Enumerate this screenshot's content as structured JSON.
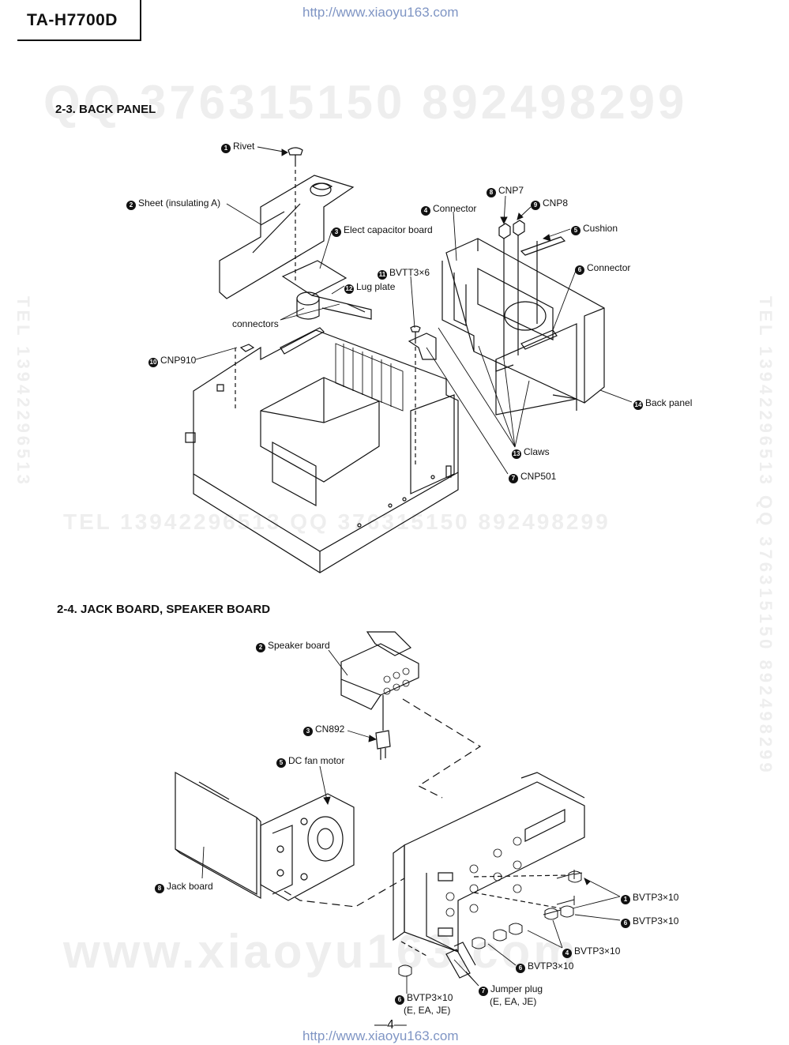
{
  "header": {
    "model": "TA-H7700D",
    "url_top": "http://www.xiaoyu163.com",
    "url_bottom": "http://www.xiaoyu163.com"
  },
  "watermarks": {
    "qq_top": "QQ 376315150   892498299",
    "tel_mid": "TEL 13942296513  QQ 376315150  892498299",
    "www_bottom": "www.xiaoyu163.com",
    "side_left": "TEL 13942296513",
    "side_right": "TEL 13942296513  QQ 376315150  892498299"
  },
  "section_back_panel": {
    "title": "2-3.  BACK PANEL",
    "labels": {
      "rivet": "Rivet",
      "sheet": "Sheet (insulating A)",
      "elect_cap": "Elect capacitor board",
      "connector4": "Connector",
      "cnp7": "CNP7",
      "cnp8": "CNP8",
      "cushion": "Cushion",
      "connector6": "Connector",
      "bvtt": "BVTT3×6",
      "lug": "Lug plate",
      "connectors": "connectors",
      "cnp910": "CNP910",
      "back_panel": "Back panel",
      "claws": "Claws",
      "cnp501": "CNP501"
    },
    "nums": {
      "rivet": "1",
      "sheet": "2",
      "elect_cap": "3",
      "connector4": "4",
      "cnp7": "8",
      "cnp8": "9",
      "cushion": "5",
      "connector6": "6",
      "bvtt": "11",
      "lug": "12",
      "cnp910": "10",
      "back_panel": "14",
      "claws": "13",
      "cnp501": "7"
    }
  },
  "section_jack": {
    "title": "2-4.  JACK BOARD, SPEAKER BOARD",
    "labels": {
      "speaker": "Speaker board",
      "cn892": "CN892",
      "fan": "DC fan motor",
      "jack": "Jack board",
      "bvtp1": "BVTP3×10",
      "bvtp6a": "BVTP3×10",
      "bvtp4": "BVTP3×10",
      "bvtp6b": "BVTP3×10",
      "jumper": "Jumper plug",
      "jumper_note": "(E, EA, JE)",
      "bvtp6c": "BVTP3×10",
      "bvtp6c_note": "(E, EA, JE)"
    },
    "nums": {
      "speaker": "2",
      "cn892": "3",
      "fan": "5",
      "jack": "8",
      "bvtp1": "1",
      "bvtp6a": "6",
      "bvtp4": "4",
      "bvtp6b": "6",
      "jumper": "7",
      "bvtp6c": "6"
    }
  },
  "footer": {
    "page": "—4—"
  }
}
